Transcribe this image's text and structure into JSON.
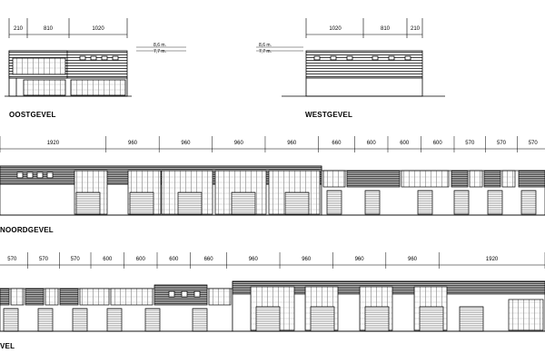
{
  "labels": {
    "oost": "OOSTGEVEL",
    "west": "WESTGEVEL",
    "noord": "NOORDGEVEL",
    "zuid": "VEL"
  },
  "heights": {
    "oost": [
      "8,6 m.",
      "7,7 m."
    ],
    "west": [
      "8,6 m.",
      "7,7 m."
    ]
  },
  "dims": {
    "oost": [
      "210",
      "810",
      "1020"
    ],
    "west": [
      "1020",
      "810",
      "210"
    ],
    "noord": [
      "1920",
      "960",
      "960",
      "960",
      "960",
      "660",
      "600",
      "600",
      "600",
      "570",
      "570",
      "570"
    ],
    "zuid": [
      "570",
      "570",
      "570",
      "600",
      "600",
      "600",
      "660",
      "960",
      "960",
      "960",
      "960",
      "1920"
    ]
  },
  "colors": {
    "line": "#000000",
    "cladding": "#555555"
  }
}
